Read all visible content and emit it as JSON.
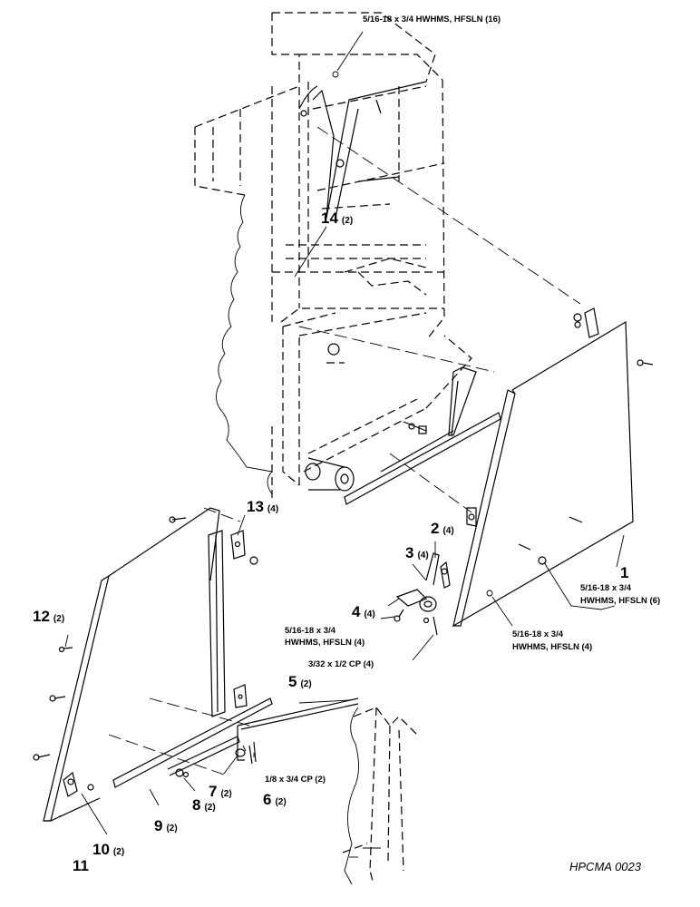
{
  "callouts": [
    {
      "num": "1",
      "qty": ""
    },
    {
      "num": "2",
      "qty": "(4)"
    },
    {
      "num": "3",
      "qty": "(4)"
    },
    {
      "num": "4",
      "qty": "(4)"
    },
    {
      "num": "5",
      "qty": "(2)"
    },
    {
      "num": "6",
      "qty": "(2)"
    },
    {
      "num": "7",
      "qty": "(2)"
    },
    {
      "num": "8",
      "qty": "(2)"
    },
    {
      "num": "9",
      "qty": "(2)"
    },
    {
      "num": "10",
      "qty": "(2)"
    },
    {
      "num": "11",
      "qty": ""
    },
    {
      "num": "12",
      "qty": "(2)"
    },
    {
      "num": "13",
      "qty": "(4)"
    },
    {
      "num": "14",
      "qty": "(2)"
    }
  ],
  "hardware_labels": {
    "top_bolts": "5/16-18 x 3/4 HWHMS, HFSLN (16)",
    "right_bolts_6_line1": "5/16-18 x 3/4",
    "right_bolts_6_line2": "HWHMS, HFSLN (6)",
    "right_bolts_4_line1": "5/16-18 x 3/4",
    "right_bolts_4_line2": "HWHMS, HFSLN (4)",
    "mid_bolts_line1": "5/16-18 x 3/4",
    "mid_bolts_line2": "HWHMS, HFSLN (4)",
    "cotter_pin_small": "3/32 x 1/2 CP (4)",
    "cotter_pin_large": "1/8 x 3/4 CP (2)"
  },
  "figure_code": "HPCMA 0023"
}
